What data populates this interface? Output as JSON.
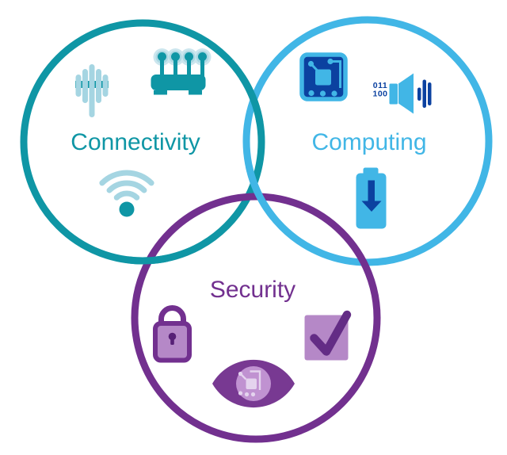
{
  "diagram": {
    "type": "venn-3-circles",
    "background": "#ffffff",
    "circles": [
      {
        "label": "Connectivity",
        "color": "#0F96A5",
        "accent_light": "#A5D5E2",
        "icons": [
          "cell-tower-antenna-icon",
          "wireless-router-icon",
          "wifi-signal-icon"
        ]
      },
      {
        "label": "Computing",
        "color": "#41B6E6",
        "accent_dark": "#0B41A0",
        "icons": [
          "circuit-chip-icon",
          "audio-data-speaker-icon",
          "battery-download-icon"
        ]
      },
      {
        "label": "Security",
        "color": "#72308F",
        "accent_light": "#B588C7",
        "icons": [
          "padlock-icon",
          "checked-checkbox-icon",
          "monitoring-eye-icon"
        ]
      }
    ],
    "speaker_binary": {
      "line1": "011",
      "line2": "100"
    },
    "palette": {
      "teal": "#0F96A5",
      "pale_blue": "#A5D5E2",
      "halo_blue": "#CCE6EE",
      "light_blue": "#41B6E6",
      "navy": "#0B41A0",
      "purple": "#72308F",
      "light_purple": "#B588C7",
      "eye_fill": "#783992",
      "eye_inner": "#C092D1",
      "eye_circuit": "#E4D3EE",
      "keyhole": "#572076",
      "check_stroke": "#632C85"
    }
  }
}
